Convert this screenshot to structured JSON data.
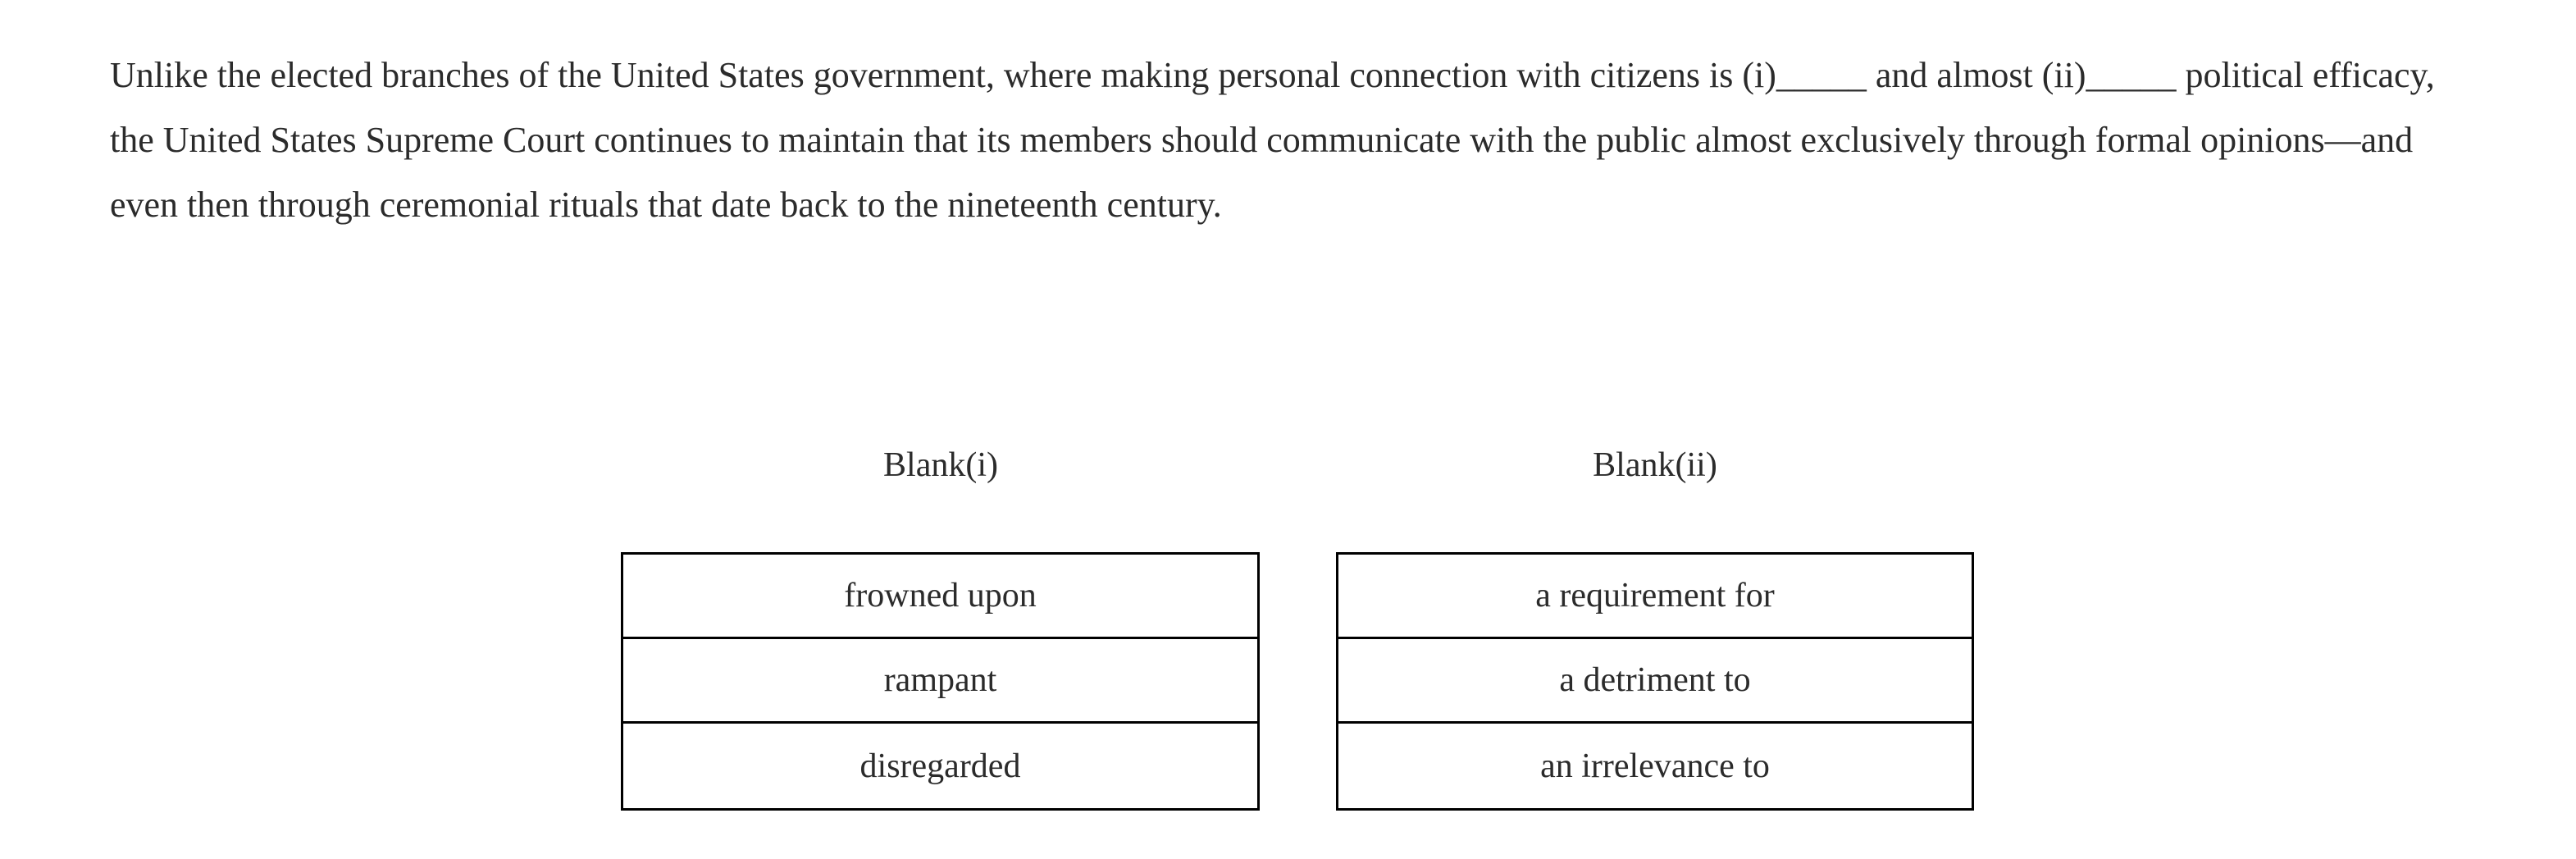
{
  "passage": {
    "text": "Unlike the elected branches of the United States government, where making personal connection with citizens is (i)_____ and almost (ii)_____ political efficacy, the United States Supreme Court continues to maintain that its members should communicate with the public almost exclusively through formal opinions—and even then through ceremonial rituals that date back to the nineteenth century."
  },
  "blanks": [
    {
      "id": "blank-i",
      "header": "Blank(i)",
      "options": [
        {
          "label": "frowned upon"
        },
        {
          "label": "rampant"
        },
        {
          "label": "disregarded"
        }
      ]
    },
    {
      "id": "blank-ii",
      "header": "Blank(ii)",
      "options": [
        {
          "label": "a requirement for"
        },
        {
          "label": "a detriment to"
        },
        {
          "label": "an irrelevance to"
        }
      ]
    }
  ],
  "colors": {
    "text": "#2b2b2b",
    "border": "#000000",
    "background": "#ffffff"
  }
}
